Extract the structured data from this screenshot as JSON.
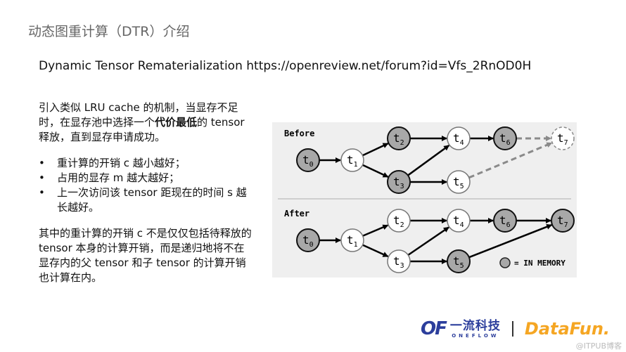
{
  "title": "动态图重计算（DTR）介绍",
  "subtitle": "Dynamic Tensor Rematerialization https://openreview.net/forum?id=Vfs_2RnOD0H",
  "intro": {
    "part1": "引入类似 LRU cache 的机制，当显存不足时，在显存池中选择一个",
    "bold": "代价最低",
    "part2": "的 tensor 释放，直到显存申请成功。"
  },
  "bullets": [
    "重计算的开销 c 越小越好；",
    "占用的显存 m 越大越好；",
    "上一次访问该 tensor 距现在的时间 s 越长越好。"
  ],
  "closing": "其中的重计算的开销 c 不是仅仅包括待释放的 tensor 本身的计算开销，而是递归地将不在显存内的父 tensor 和子 tensor 的计算开销也计算在内。",
  "diagram": {
    "before_label": "Before",
    "after_label": "After",
    "legend_label": "= IN MEMORY",
    "colors": {
      "in_memory": "#a8a8a8",
      "free": "#ffffff",
      "dashed": "#8a8a8a"
    },
    "before": {
      "nodes": [
        {
          "id": "t0",
          "sub": "0",
          "mem": true
        },
        {
          "id": "t1",
          "sub": "1",
          "mem": false
        },
        {
          "id": "t2",
          "sub": "2",
          "mem": true
        },
        {
          "id": "t3",
          "sub": "3",
          "mem": true
        },
        {
          "id": "t4",
          "sub": "4",
          "mem": false
        },
        {
          "id": "t5",
          "sub": "5",
          "mem": false
        },
        {
          "id": "t6",
          "sub": "6",
          "mem": true
        },
        {
          "id": "t7",
          "sub": "7",
          "mem": false,
          "pending": true
        }
      ],
      "edges": [
        [
          "t0",
          "t1"
        ],
        [
          "t1",
          "t2"
        ],
        [
          "t1",
          "t3"
        ],
        [
          "t2",
          "t4"
        ],
        [
          "t3",
          "t4"
        ],
        [
          "t3",
          "t5"
        ],
        [
          "t4",
          "t6"
        ],
        [
          "t6",
          "t7",
          true
        ],
        [
          "t5",
          "t7",
          true
        ]
      ]
    },
    "after": {
      "nodes": [
        {
          "id": "t0",
          "sub": "0",
          "mem": true
        },
        {
          "id": "t1",
          "sub": "1",
          "mem": false
        },
        {
          "id": "t2",
          "sub": "2",
          "mem": false
        },
        {
          "id": "t3",
          "sub": "3",
          "mem": false
        },
        {
          "id": "t4",
          "sub": "4",
          "mem": false
        },
        {
          "id": "t5",
          "sub": "5",
          "mem": true
        },
        {
          "id": "t6",
          "sub": "6",
          "mem": true
        },
        {
          "id": "t7",
          "sub": "7",
          "mem": true
        }
      ],
      "edges": [
        [
          "t0",
          "t1"
        ],
        [
          "t1",
          "t2"
        ],
        [
          "t1",
          "t3"
        ],
        [
          "t2",
          "t4"
        ],
        [
          "t3",
          "t4"
        ],
        [
          "t3",
          "t5"
        ],
        [
          "t4",
          "t6"
        ],
        [
          "t6",
          "t7"
        ],
        [
          "t5",
          "t7"
        ]
      ]
    }
  },
  "footer": {
    "oneflow_mark": "OF",
    "oneflow_cn": "一流科技",
    "oneflow_en": "ONEFLOW",
    "datafun": "DataFun.",
    "watermark": "@ITPUB博客"
  }
}
